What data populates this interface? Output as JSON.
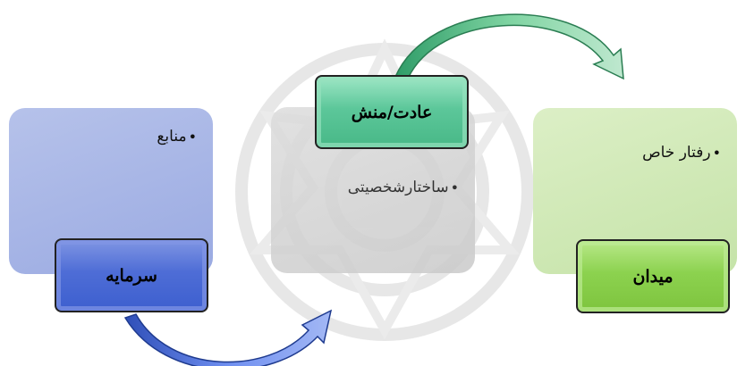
{
  "diagram": {
    "cards": [
      {
        "id": "capital",
        "bullet": "منابع",
        "label": "سرمایه",
        "color": "#9aaae2",
        "label_color": "#4e6dd6"
      },
      {
        "id": "habitus",
        "bullet": "ساختارشخصیتی",
        "label": "عادت/منش",
        "color": "#cfcfcf",
        "label_color": "#5cc79a"
      },
      {
        "id": "field",
        "bullet": "رفتار خاص",
        "label": "میدان",
        "color": "#c5e3a8",
        "label_color": "#8cd24f"
      }
    ],
    "bullet_symbol": "•",
    "arrows": [
      {
        "from": "capital",
        "to": "habitus",
        "direction": "bottom",
        "color": "#5b7de0"
      },
      {
        "from": "habitus",
        "to": "field",
        "direction": "top",
        "color": "#6cc08e"
      }
    ]
  }
}
